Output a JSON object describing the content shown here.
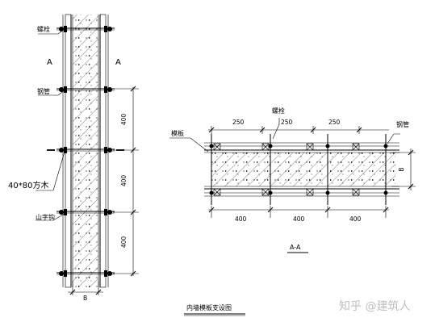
{
  "labels": {
    "bolt_left": "螺栓",
    "section_a_left": "A",
    "section_a_right": "A",
    "steel_pipe_left": "钢管",
    "timber": "40*80方木",
    "clamp": "山字钩",
    "width_b_left": "B",
    "template": "模板",
    "bolt_right": "螺栓",
    "steel_pipe_right": "钢管",
    "width_b_right": "B",
    "section_title": "A-A",
    "drawing_title": "内墙模板支设图",
    "watermark": "知乎 @建筑人"
  },
  "dimensions": {
    "vertical_spacing": [
      "400",
      "400",
      "400"
    ],
    "top_spacing": [
      "250",
      "250",
      "250"
    ],
    "bottom_spacing": [
      "400",
      "400",
      "400"
    ]
  }
}
